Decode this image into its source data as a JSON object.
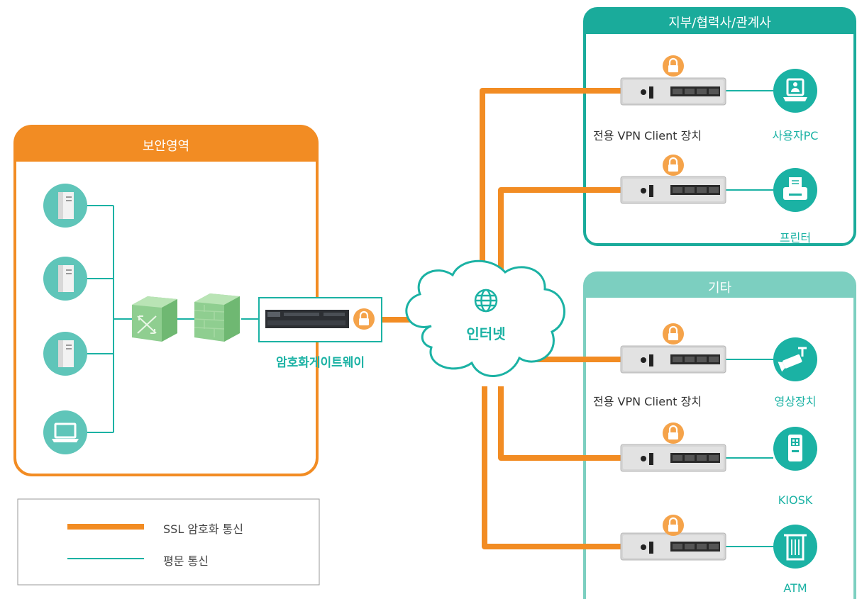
{
  "colors": {
    "ssl_orange": "#f28c23",
    "plain_teal": "#1bb2a4",
    "branch_border": "#1aab9b",
    "other_border": "#7ccfc0",
    "lock_orange": "#f5a34a",
    "server_teal": "#5fc5b9",
    "switch_green": "#8fce90"
  },
  "secure_zone": {
    "title": "보안영역",
    "servers": [
      "server-icon",
      "server-icon",
      "server-icon"
    ],
    "laptop_icon": "laptop-icon",
    "switch_icon": "switch-cube-icon",
    "firewall_icon": "firewall-cube-icon"
  },
  "gateway": {
    "label": "암호화게이트웨이",
    "lock_icon": "lock-icon"
  },
  "internet": {
    "label": "인터넷",
    "icon": "globe-icon"
  },
  "branch_zone": {
    "title": "지부/협력사/관계사",
    "device_caption": "전용 VPN Client 장치",
    "endpoints": [
      {
        "label": "사용자PC",
        "icon": "user-pc-icon"
      },
      {
        "label": "프린터",
        "icon": "printer-icon"
      }
    ]
  },
  "other_zone": {
    "title": "기타",
    "device_caption": "전용 VPN Client 장치",
    "endpoints": [
      {
        "label": "영상장치",
        "icon": "cctv-camera-icon"
      },
      {
        "label": "KIOSK",
        "icon": "kiosk-icon"
      },
      {
        "label": "ATM",
        "icon": "atm-icon"
      }
    ]
  },
  "legend": {
    "ssl": "SSL 암호화 통신",
    "plain": "평문 통신"
  }
}
